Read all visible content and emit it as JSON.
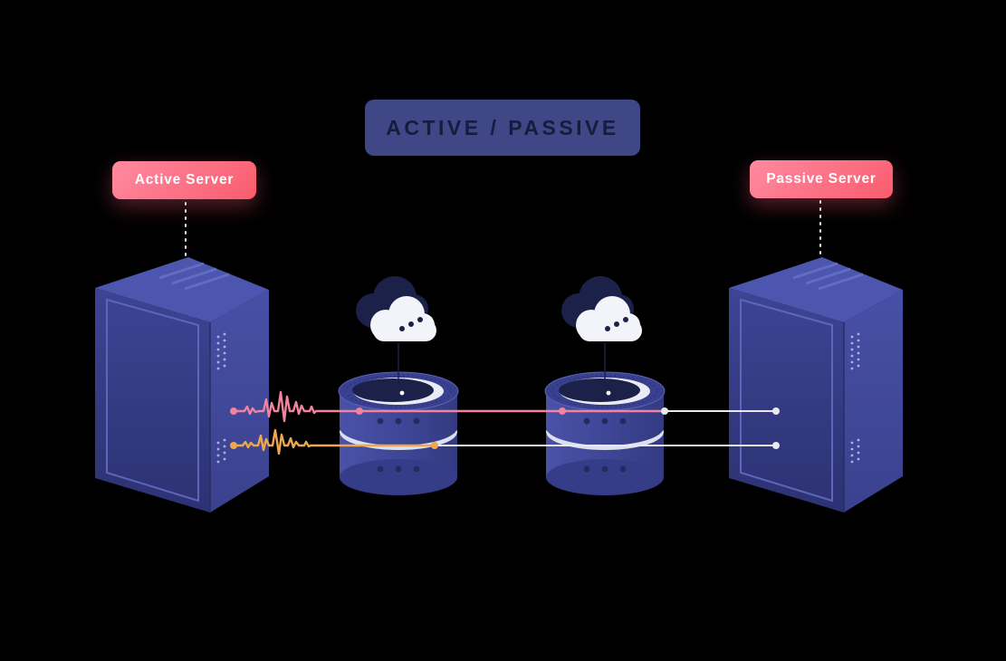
{
  "title": {
    "label": "ACTIVE / PASSIVE"
  },
  "servers": {
    "active": {
      "label": "Active Server"
    },
    "passive": {
      "label": "Passive Server"
    }
  },
  "diagram": {
    "nodes": [
      {
        "name": "active-server-tower",
        "type": "server-tower"
      },
      {
        "name": "primary-database",
        "type": "database-stack",
        "icon": "cloud-icon"
      },
      {
        "name": "replica-database",
        "type": "database-stack",
        "icon": "cloud-icon"
      },
      {
        "name": "passive-server-tower",
        "type": "server-tower"
      }
    ],
    "links": [
      {
        "name": "replication-link-top",
        "color": "pink",
        "style": "waveform-then-straight"
      },
      {
        "name": "replication-link-bottom",
        "color": "orange",
        "style": "waveform-then-straight"
      }
    ]
  },
  "colors": {
    "background": "#000000",
    "badge-bg": "#3f4787",
    "badge-text": "#171c3c",
    "label-gradient-start": "#ff8aa0",
    "label-gradient-end": "#fa5c6e",
    "label-text": "#ffffff",
    "indigo-top": "#4d56ae",
    "indigo-face": "#3e4694",
    "indigo-deep": "#2d3374",
    "navy": "#1b2148",
    "disc-light": "#dde0ef",
    "pink-line": "#f2839e",
    "orange-line": "#eda74f",
    "white-line": "#e8e9f2"
  }
}
